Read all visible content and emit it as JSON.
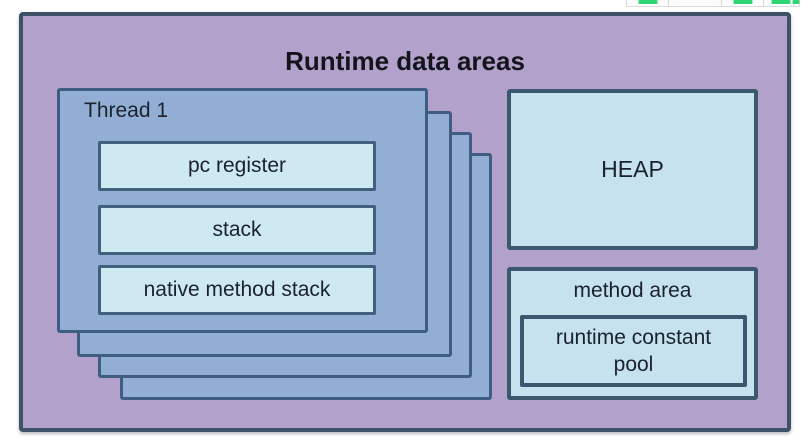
{
  "diagram": {
    "title": "Runtime data areas",
    "thread_stack": {
      "front_label": "Thread 1",
      "layer_count": 4,
      "inner_boxes": [
        "pc register",
        "stack",
        "native method stack"
      ]
    },
    "heap_label": "HEAP",
    "method_area": {
      "label": "method area",
      "inner_box_label": "runtime constant pool"
    }
  },
  "cropped_strip": {
    "description": "bottom sliver of a table row cut off at top edge",
    "cells": [
      {
        "icon": "green-mark",
        "has_icon": true
      },
      {
        "icon": "none",
        "has_icon": false
      },
      {
        "icon": "green-mark",
        "has_icon": true
      },
      {
        "icon": "green-mark",
        "has_icon": true
      },
      {
        "icon": "green-mark-partial",
        "has_icon": true
      }
    ]
  },
  "colors": {
    "outer_fill": "#b1a1cb",
    "outer_border": "#3d5266",
    "card_fill": "#93aed4",
    "card_border": "#3f5d80",
    "lightbox_fill": "#cfe9f3",
    "lightbox_border": "#41607e",
    "heap_fill": "#c5e2ee",
    "heap_border": "#3b586e",
    "dark_text": "#1a222e",
    "title_text": "#14141c",
    "green": "#2ed573",
    "strip_border": "#d9d9d9"
  }
}
